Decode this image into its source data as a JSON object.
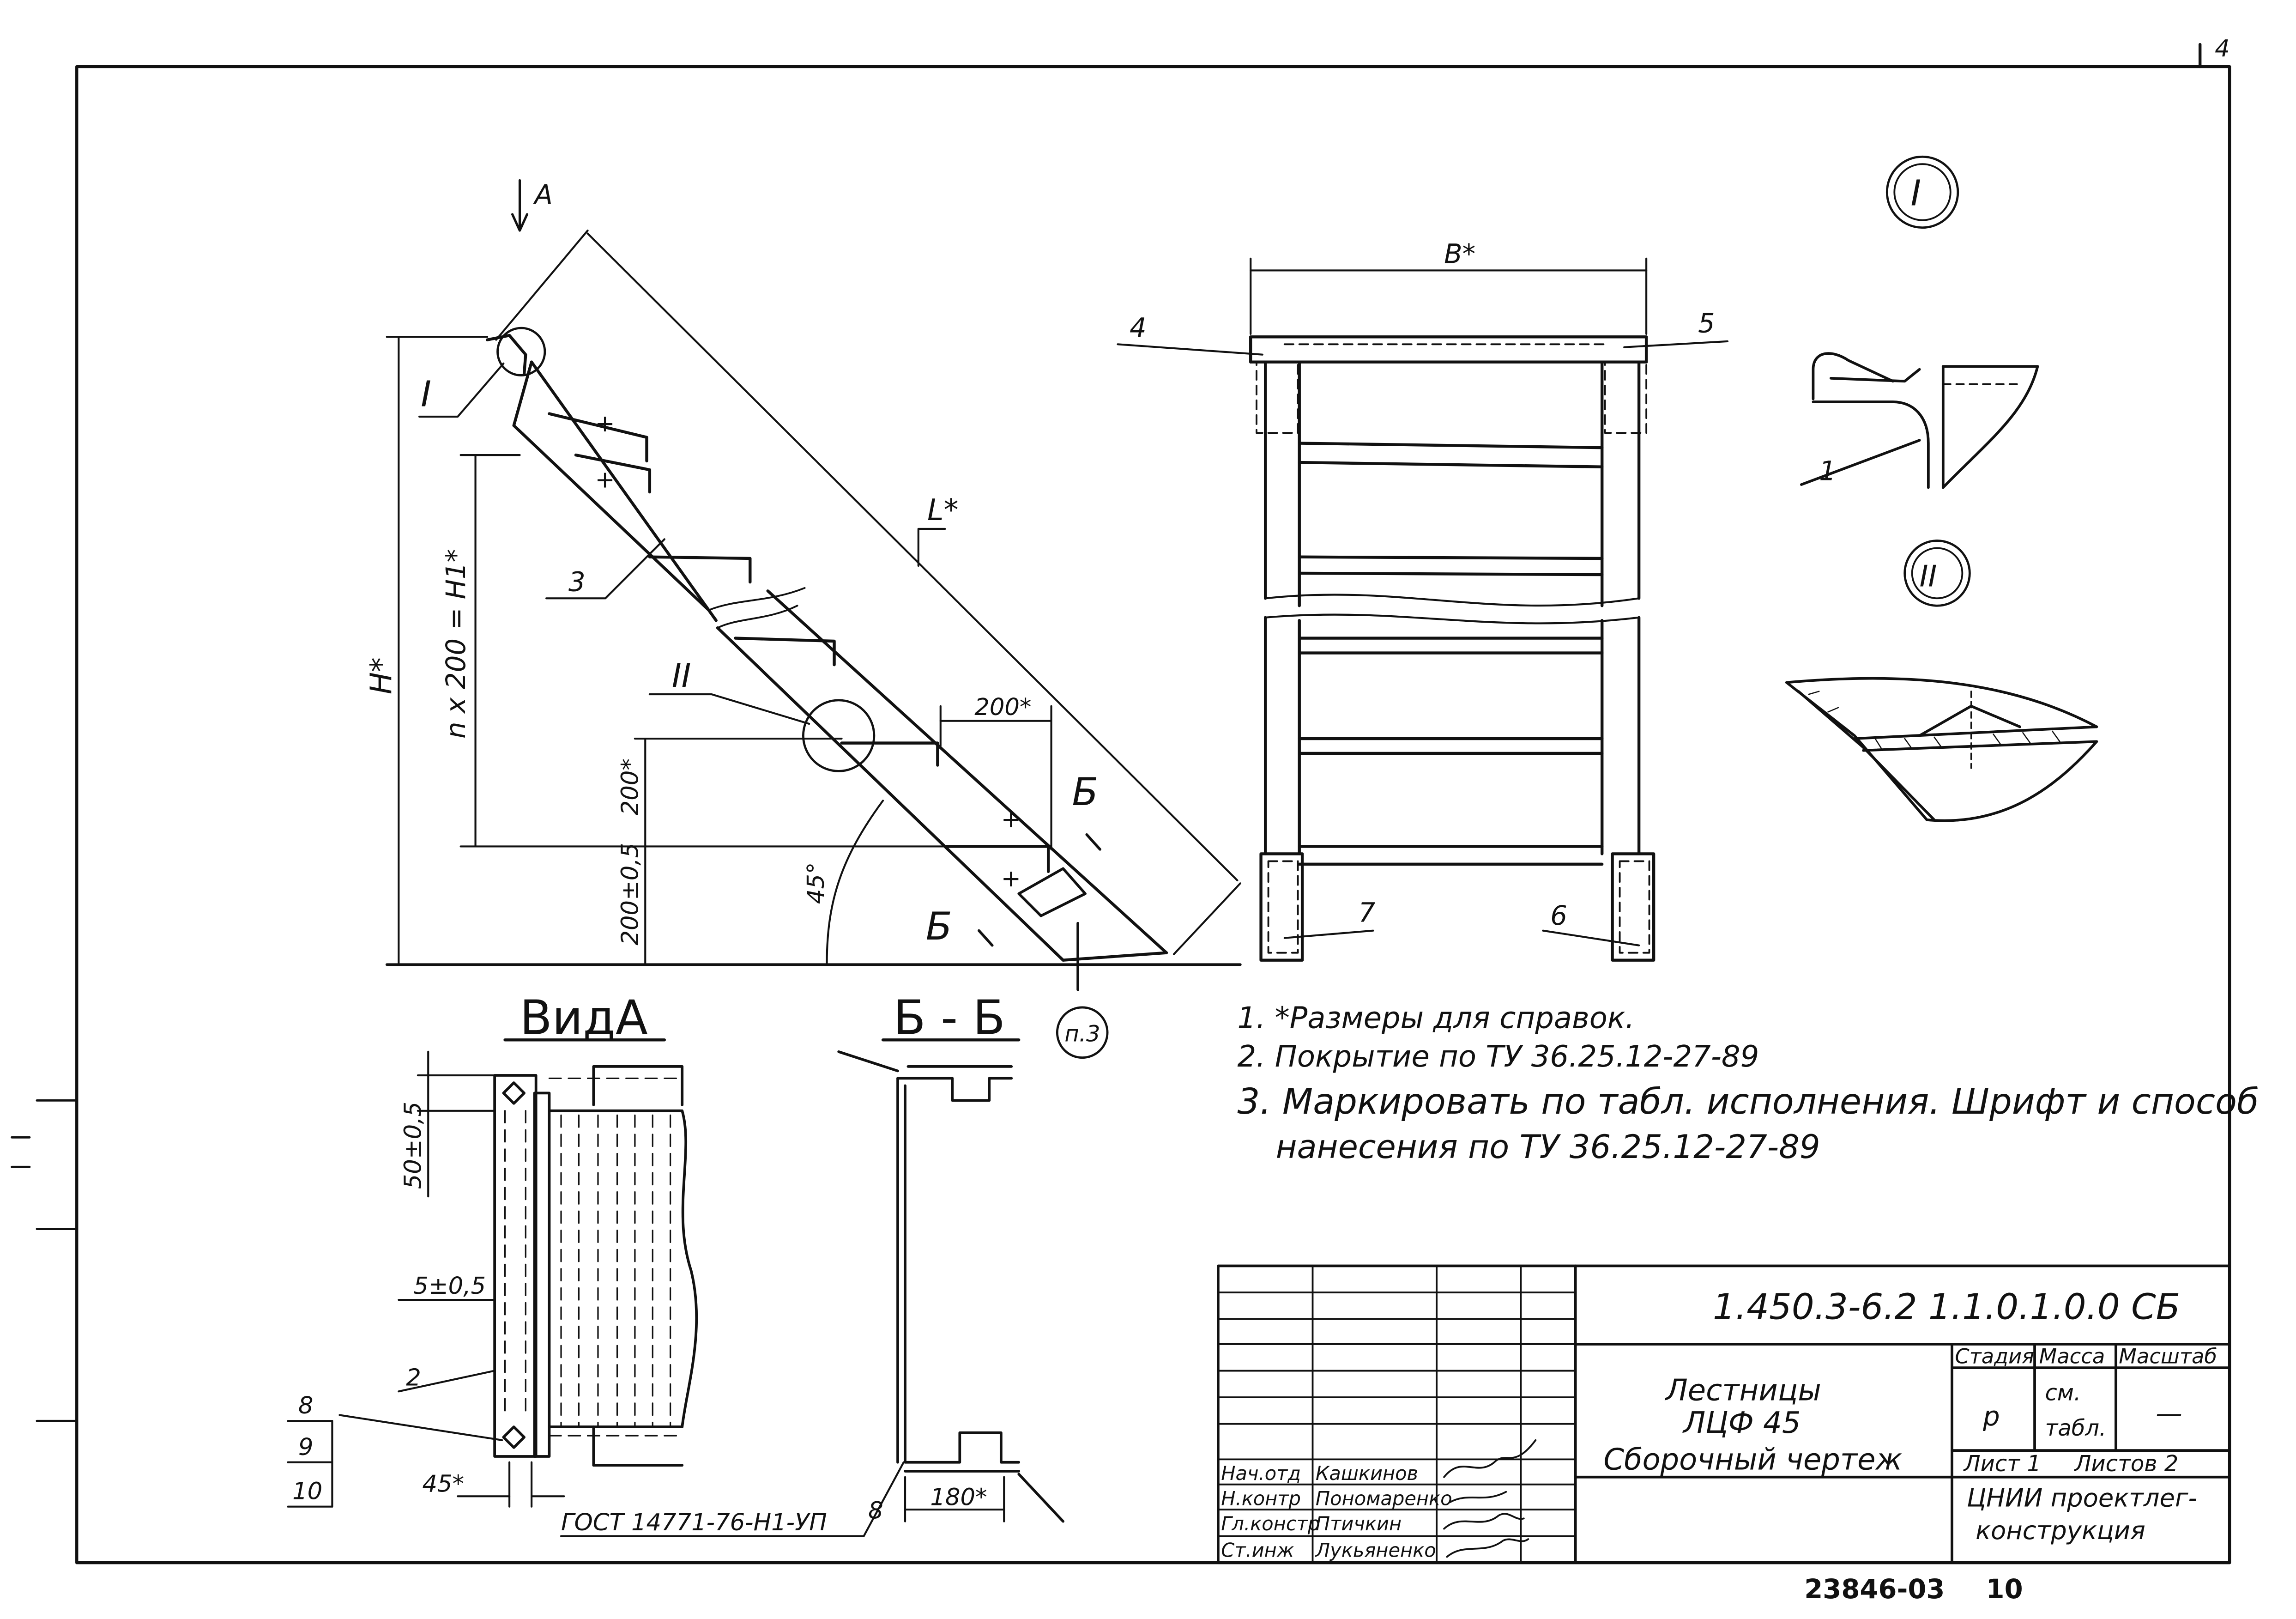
{
  "sheet": {
    "corner_number": "4",
    "archive_number": "23846-03",
    "page_number": "10"
  },
  "side_view": {
    "view_arrow": "A",
    "dim_L": "L*",
    "dim_H": "H*",
    "dim_H1": "n x 200 = H1*",
    "dim_step_h": "200*",
    "dim_step_w": "200*",
    "dim_bottom": "200±0,5",
    "angle": "45°",
    "detail_1": "I",
    "detail_2": "II",
    "part_3": "3",
    "section_cut_upper": "Б",
    "section_cut_lower": "Б",
    "note_ref": "п.3"
  },
  "front_view": {
    "dim_B": "B*",
    "part_4": "4",
    "part_5": "5",
    "part_6": "6",
    "part_7": "7"
  },
  "details": {
    "detail_1_label": "I",
    "detail_1_part": "1",
    "detail_2_label": "II"
  },
  "view_a": {
    "title": "ВидА",
    "dim_50": "50±0,5",
    "dim_5": "5±0,5",
    "dim_45": "45*",
    "part_2": "2",
    "parts_stack": [
      "8",
      "9",
      "10"
    ],
    "gost": "ГОСТ 14771-76-Н1-УП"
  },
  "section_bb": {
    "title": "Б - Б",
    "dim_180": "180*",
    "part_8": "8"
  },
  "notes": [
    "1. *Размеры для справок.",
    "2. Покрытие по ТУ 36.25.12-27-89",
    "3. Маркировать по табл. исполнения. Шрифт и способ",
    "нанесения по ТУ 36.25.12-27-89"
  ],
  "title_block": {
    "designation": "1.450.3-6.2  1.1.0.1.0.0 СБ",
    "name_line1": "Лестницы",
    "name_line2": "ЛЦФ 45",
    "name_line3": "Сборочный чертеж",
    "col_stage": "Стадия",
    "col_mass": "Масса",
    "col_scale": "Масштаб",
    "stage_value": "р",
    "mass_value_1": "см.",
    "mass_value_2": "табл.",
    "scale_value": "—",
    "sheet_label": "Лист 1",
    "sheets_label": "Листов 2",
    "org_line1": "ЦНИИ проектлег-",
    "org_line2": "конструкция",
    "roles": [
      {
        "role": "Нач.отд",
        "name": "Кашкинов"
      },
      {
        "role": "Н.контр",
        "name": "Пономаренко"
      },
      {
        "role": "Гл.констр",
        "name": "Птичкин"
      },
      {
        "role": "Ст.инж",
        "name": "Лукьяненко"
      }
    ]
  }
}
